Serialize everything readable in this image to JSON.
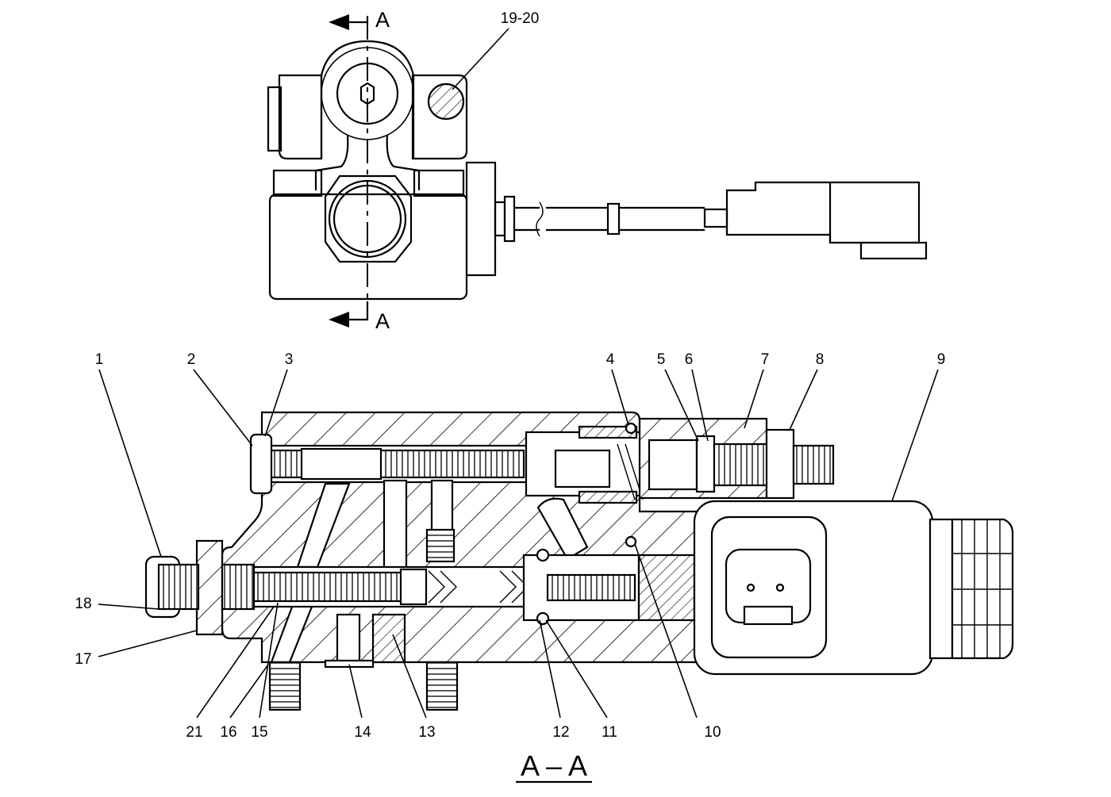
{
  "section_marker": {
    "top_label": "A",
    "bottom_label": "A"
  },
  "top_view_callout": "19-20",
  "callouts": [
    {
      "id": "c1",
      "label": "1"
    },
    {
      "id": "c2",
      "label": "2"
    },
    {
      "id": "c3",
      "label": "3"
    },
    {
      "id": "c4",
      "label": "4"
    },
    {
      "id": "c5",
      "label": "5"
    },
    {
      "id": "c6",
      "label": "6"
    },
    {
      "id": "c7",
      "label": "7"
    },
    {
      "id": "c8",
      "label": "8"
    },
    {
      "id": "c9",
      "label": "9"
    },
    {
      "id": "c10",
      "label": "10"
    },
    {
      "id": "c11",
      "label": "11"
    },
    {
      "id": "c12",
      "label": "12"
    },
    {
      "id": "c13",
      "label": "13"
    },
    {
      "id": "c14",
      "label": "14"
    },
    {
      "id": "c15",
      "label": "15"
    },
    {
      "id": "c16",
      "label": "16"
    },
    {
      "id": "c17",
      "label": "17"
    },
    {
      "id": "c18",
      "label": "18"
    },
    {
      "id": "c21",
      "label": "21"
    }
  ],
  "section_title": "A – A"
}
